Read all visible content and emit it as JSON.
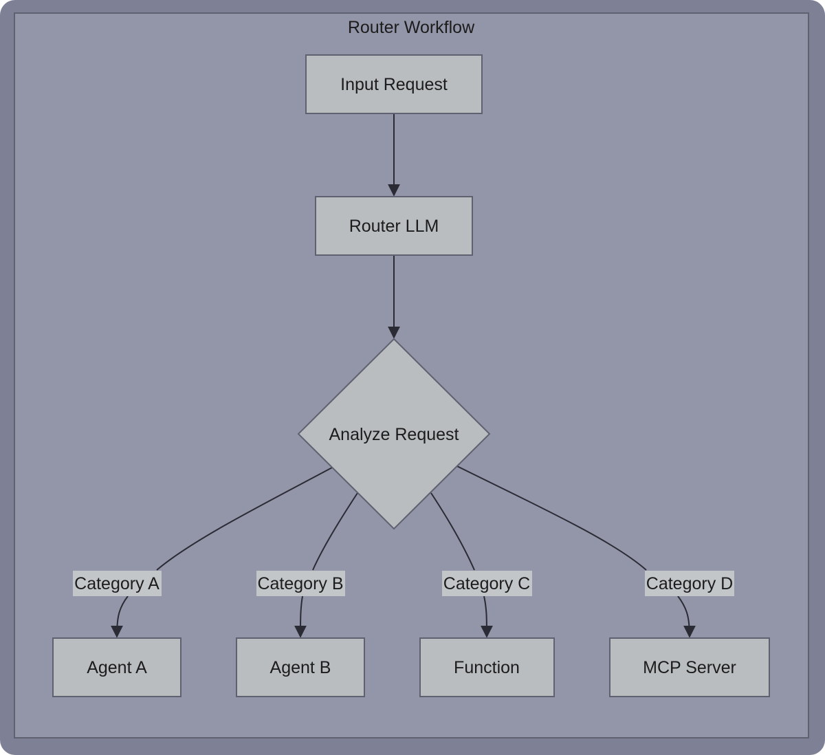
{
  "diagram": {
    "title": "Router Workflow",
    "nodes": {
      "input_request": "Input Request",
      "router_llm": "Router LLM",
      "analyze_request": "Analyze Request",
      "agent_a": "Agent A",
      "agent_b": "Agent B",
      "function": "Function",
      "mcp_server": "MCP Server"
    },
    "edge_labels": {
      "category_a": "Category A",
      "category_b": "Category B",
      "category_c": "Category C",
      "category_d": "Category D"
    }
  },
  "colors": {
    "frame": "#7e8096",
    "subgraph_fill": "#9395a8",
    "node_fill": "#b9bdbf",
    "stroke": "#5f6170",
    "edge": "#2a2b35",
    "label_bg": "#c3c6c8"
  }
}
